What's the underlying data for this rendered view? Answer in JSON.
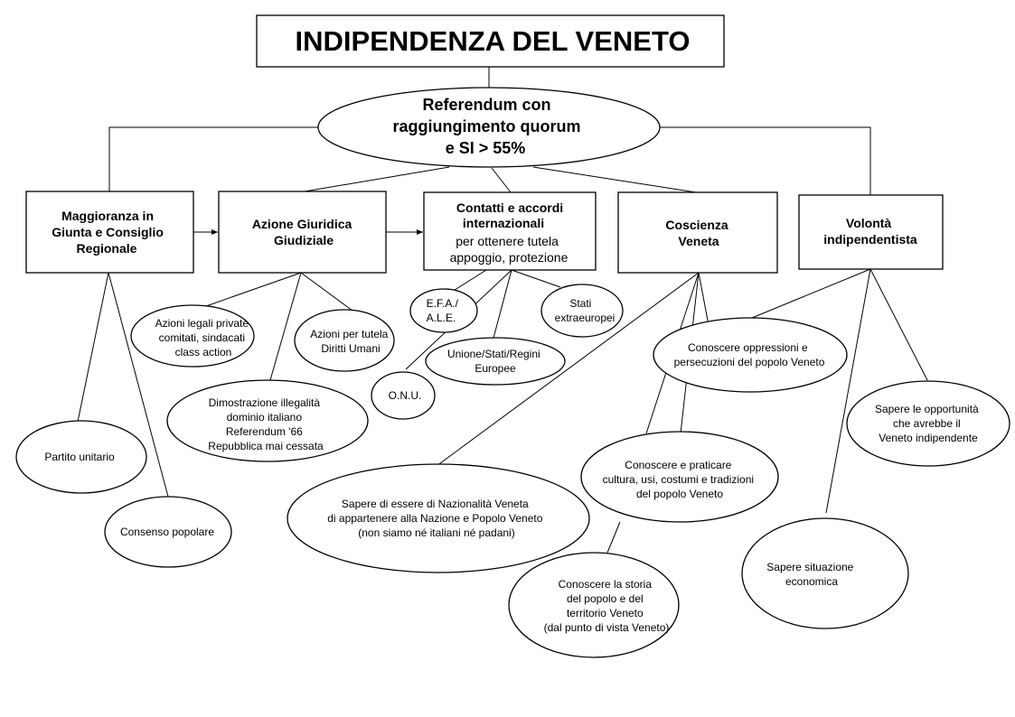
{
  "title": "INDIPENDENZA DEL VENETO",
  "referendum": [
    "Referendum con",
    "raggiungimento quorum",
    "e   SI  >  55%"
  ],
  "boxes": {
    "maggioranza": [
      "Maggioranza in",
      "Giunta e Consiglio",
      "Regionale"
    ],
    "azione_giuridica": [
      "Azione Giuridica",
      "Giudiziale"
    ],
    "contatti": {
      "bold": [
        "Contatti e accordi",
        "internazionali"
      ],
      "normal": [
        "per ottenere tutela",
        "appoggio, protezione"
      ]
    },
    "coscienza": [
      "Coscienza",
      "Veneta"
    ],
    "volonta": [
      "Volontà",
      "indipendentista"
    ]
  },
  "ellipses": {
    "azioni_legali": [
      "Azioni legali private",
      "comitati, sindacati",
      "class action"
    ],
    "azioni_tutela": [
      "Azioni per tutela",
      "Diritti Umani"
    ],
    "dimostrazione": [
      "Dimostrazione illegalità",
      "dominio italiano",
      "Referendum '66",
      "Repubblica mai cessata"
    ],
    "efa": [
      "E.F.A./",
      "A.L.E."
    ],
    "onu": [
      "O.N.U."
    ],
    "unione": [
      "Unione/Stati/Regini",
      "Europee"
    ],
    "stati": [
      "Stati",
      "extraeuropei"
    ],
    "partito": [
      "Partito  unitario"
    ],
    "consenso": [
      "Consenso popolare"
    ],
    "nazionalita": [
      "Sapere di essere di Nazionalità Veneta",
      "di appartenere alla Nazione e Popolo Veneto",
      "(non siamo né italiani né padani)"
    ],
    "oppressioni": [
      "Conoscere oppressioni e",
      "persecuzioni del popolo Veneto"
    ],
    "cultura": [
      "Conoscere e praticare",
      "cultura, usi, costumi e tradizioni",
      "del popolo Veneto"
    ],
    "storia": [
      "Conoscere la storia",
      "del popolo e del",
      "territorio Veneto",
      "(dal punto di vista Veneto)"
    ],
    "opportunita": [
      "Sapere le opportunità",
      "che avrebbe il",
      "Veneto indipendente"
    ],
    "situazione": [
      "Sapere situazione",
      "economica"
    ]
  }
}
